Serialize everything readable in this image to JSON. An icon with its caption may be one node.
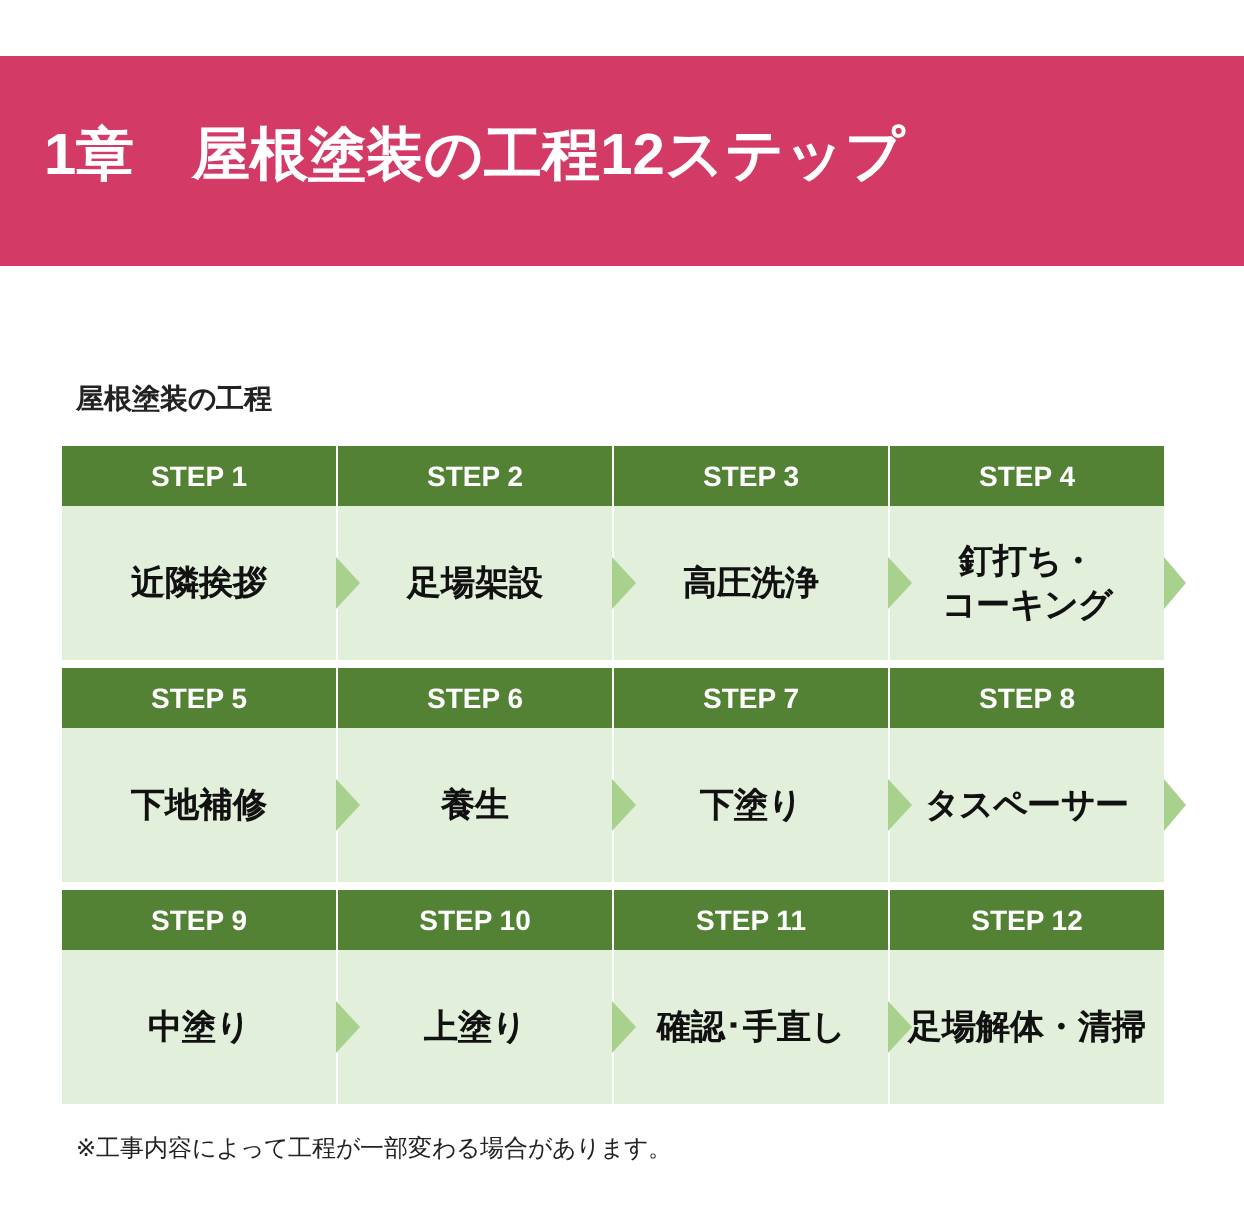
{
  "diagram": {
    "title": "1章　屋根塗装の工程12ステップ",
    "nodes": [
      {
        "text": [
          "STEP 1",
          "近隣挨拶"
        ]
      },
      {
        "text": [
          "STEP 2",
          "足場架設"
        ]
      },
      {
        "text": [
          "STEP 3",
          "高圧洗浄"
        ]
      },
      {
        "text": [
          "STEP 4",
          "釘打ち・コーキング"
        ]
      },
      {
        "text": [
          "STEP 5",
          "下地補修"
        ]
      },
      {
        "text": [
          "STEP 6",
          "養生"
        ]
      },
      {
        "text": [
          "STEP 7",
          "下塗り"
        ]
      },
      {
        "text": [
          "STEP 8",
          "タスペーサー"
        ]
      },
      {
        "text": [
          "STEP 9",
          "中塗り"
        ]
      },
      {
        "text": [
          "STEP 10",
          "上塗り"
        ]
      },
      {
        "text": [
          "STEP 11",
          "確認･手直し"
        ]
      },
      {
        "text": [
          "STEP 12",
          "足場解体・清掃"
        ]
      }
    ],
    "edges": [
      {
        "from": 0,
        "to": 1,
        "arrow": "to"
      },
      {
        "from": 1,
        "to": 2,
        "arrow": "to"
      },
      {
        "from": 2,
        "to": 3,
        "arrow": "to"
      },
      {
        "from": 3,
        "to": null,
        "arrow": "to"
      },
      {
        "from": 4,
        "to": 5,
        "arrow": "to"
      },
      {
        "from": 5,
        "to": 6,
        "arrow": "to"
      },
      {
        "from": 6,
        "to": 7,
        "arrow": "to"
      },
      {
        "from": 7,
        "to": null,
        "arrow": "to"
      },
      {
        "from": 8,
        "to": 9,
        "arrow": "to"
      },
      {
        "from": 9,
        "to": 10,
        "arrow": "to"
      },
      {
        "from": 10,
        "to": 11,
        "arrow": "to"
      }
    ],
    "labels": [
      "屋根塗装の工程",
      "※工事内容によって工程が一部変わる場合があります。"
    ]
  }
}
